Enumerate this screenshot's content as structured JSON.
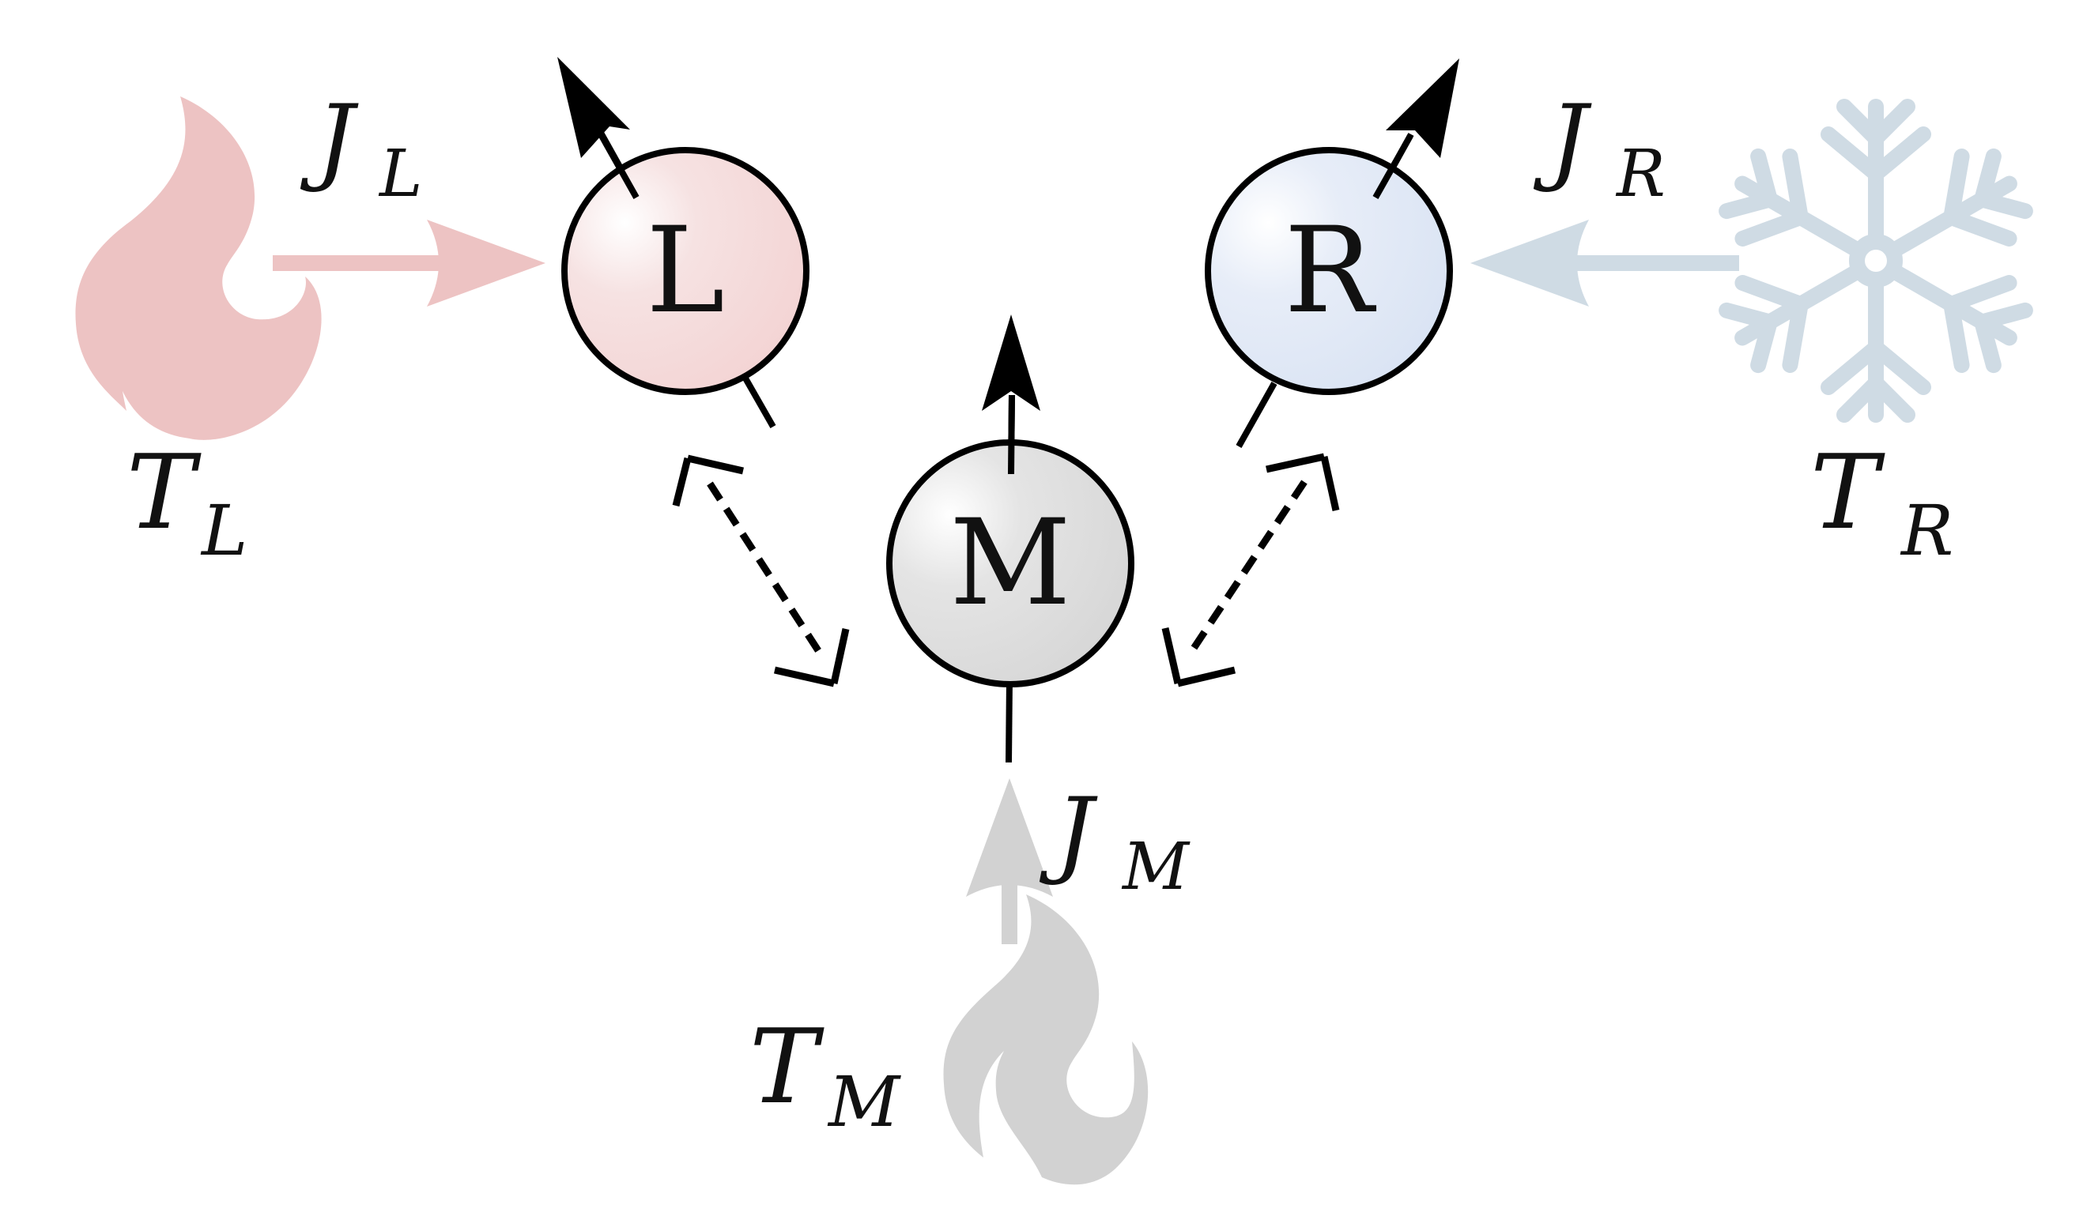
{
  "nodes": {
    "left": {
      "letter": "L",
      "fill": "#f3d3d3"
    },
    "middle": {
      "letter": "M",
      "fill": "#d6d6d6"
    },
    "right": {
      "letter": "R",
      "fill": "#d9e3f3"
    }
  },
  "reservoirs": {
    "left": {
      "temp_symbol": "T",
      "temp_sub": "L",
      "flux_symbol": "J",
      "flux_sub": "L",
      "color": "#edc3c3"
    },
    "middle": {
      "temp_symbol": "T",
      "temp_sub": "M",
      "flux_symbol": "J",
      "flux_sub": "M",
      "color": "#d2d2d2"
    },
    "right": {
      "temp_symbol": "T",
      "temp_sub": "R",
      "flux_symbol": "J",
      "flux_sub": "R",
      "color": "#cfdbe4"
    }
  },
  "colors": {
    "stroke": "#000000",
    "background": "#ffffff"
  },
  "icons": {
    "left_source": "flame-icon",
    "middle_source": "flame-icon",
    "right_source": "snowflake-icon"
  }
}
